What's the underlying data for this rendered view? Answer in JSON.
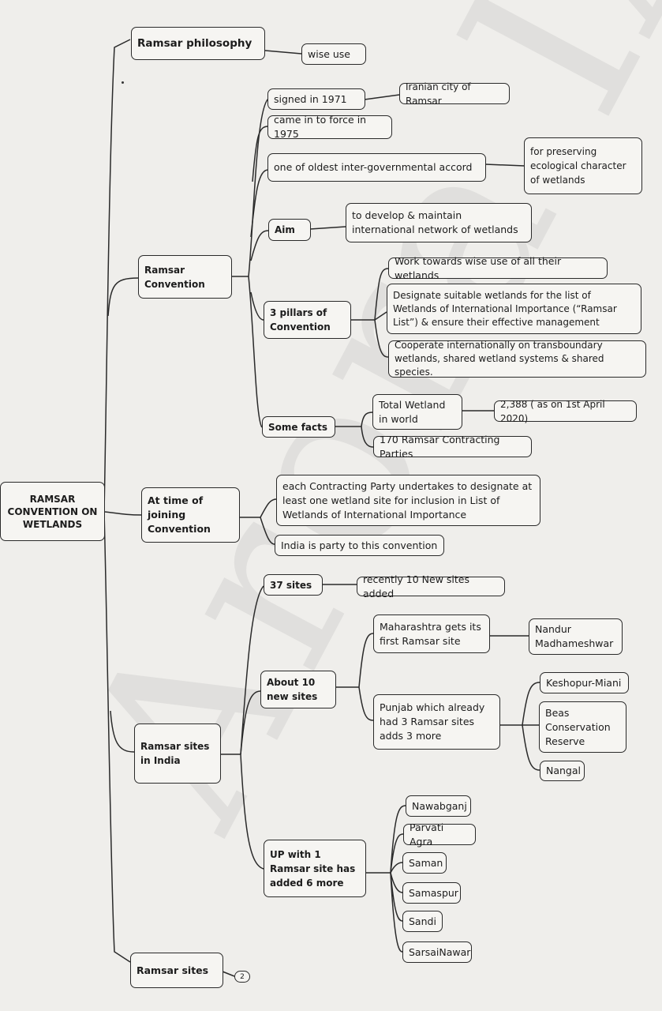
{
  "mindmap": {
    "root": "RAMSAR CONVENTION ON WETLANDS",
    "philosophy": {
      "label": "Ramsar philosophy",
      "wise_use": "wise use"
    },
    "convention": {
      "label": "Ramsar Convention",
      "signed": "signed in 1971",
      "city": "Iranian city of Ramsar",
      "force": "came in to force in 1975",
      "oldest": "one of  oldest inter-governmental accord",
      "preserving": "for preserving ecological character of wetlands",
      "aim": "Aim",
      "aim_text": "to develop & maintain international network of wetlands",
      "pillars": "3 pillars of Convention",
      "pillar_1": "Work towards  wise use of all their wetlands",
      "pillar_2": "Designate suitable wetlands for the list of Wetlands of International Importance (“Ramsar List”) & ensure their effective management",
      "pillar_3": "Cooperate internationally on transboundary wetlands, shared wetland systems & shared species.",
      "facts": "Some facts",
      "total_wetland": "Total Wetland in world",
      "count_2388": "2,388 ( as on 1st April 2020)",
      "parties": "170 Ramsar Contracting Parties"
    },
    "joining": {
      "label": "At time of joining Convention",
      "designate": "each Contracting Party undertakes to designate at least one wetland site for inclusion in List of Wetlands of International Importance",
      "india_party": "India is party to this convention"
    },
    "india": {
      "label": "Ramsar sites in India",
      "sites_37": "37 sites",
      "recent_10": "recently 10 New sites added",
      "about_10": "About 10 new sites",
      "maharashtra": "Maharashtra gets its first Ramsar site",
      "nandur": "Nandur Madhameshwar",
      "punjab": "Punjab which already had 3 Ramsar sites adds 3 more",
      "keshopur": "Keshopur-Miani",
      "beas": "Beas Conservation Reserve",
      "nangal": "Nangal",
      "up": "UP with 1 Ramsar site has added 6 more",
      "nawabganj": "Nawabganj",
      "parvati": "Parvati Agra",
      "saman": "Saman",
      "samaspur": "Samaspur",
      "sandi": "Sandi",
      "sarsai": "SarsaiNawar"
    },
    "ramsar_sites": "Ramsar sites",
    "page_number": "2"
  }
}
